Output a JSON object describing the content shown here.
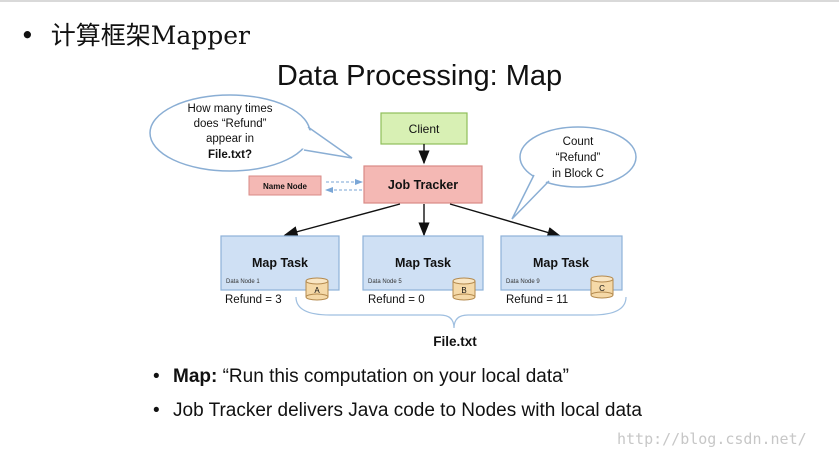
{
  "heading": {
    "bullet": "•",
    "text": "计算框架Mapper"
  },
  "slide_title": "Data Processing: Map",
  "diagram": {
    "client": "Client",
    "job_tracker": "Job Tracker",
    "name_node": "Name Node",
    "bubble_left": [
      "How many times",
      "does “Refund”",
      "appear in",
      "File.txt?"
    ],
    "bubble_right": [
      "Count",
      "“Refund”",
      "in Block C"
    ],
    "map_tasks": [
      {
        "label": "Map Task",
        "node": "Data Node 1",
        "block": "A",
        "result": "Refund = 3"
      },
      {
        "label": "Map Task",
        "node": "Data Node 5",
        "block": "B",
        "result": "Refund = 0"
      },
      {
        "label": "Map Task",
        "node": "Data Node 9",
        "block": "C",
        "result": "Refund = 11"
      }
    ],
    "file_label": "File.txt"
  },
  "bullets": [
    {
      "bold": "Map:",
      "text": " “Run this computation on your local data”"
    },
    {
      "bold": "",
      "text": "Job Tracker delivers Java code to Nodes with local data"
    }
  ],
  "watermark": "http://blog.csdn.net/",
  "colors": {
    "client_fill": "#d8f0b4",
    "client_stroke": "#8fbf5a",
    "tracker_fill": "#f4b8b4",
    "tracker_stroke": "#d98a86",
    "map_fill": "#cfe0f4",
    "map_stroke": "#8eb2d8",
    "cyl_fill": "#f5d9a8",
    "cyl_stroke": "#b48a4e"
  }
}
